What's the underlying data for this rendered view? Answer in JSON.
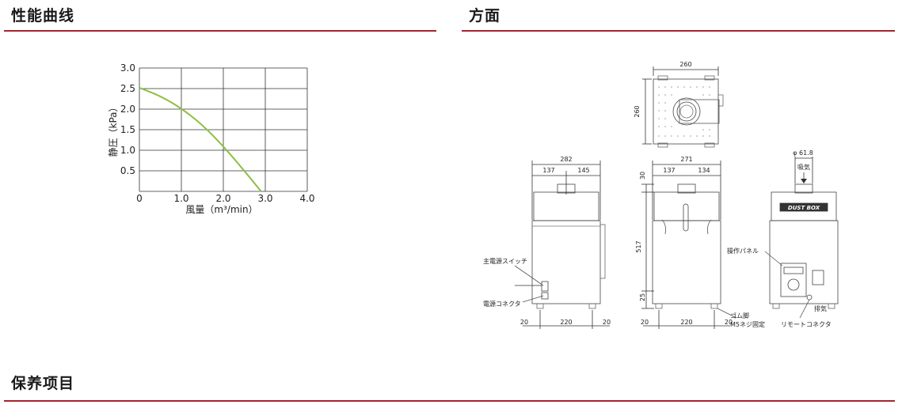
{
  "sections": {
    "performance": "性能曲线",
    "dimensions": "方面",
    "maintenance": "保养项目"
  },
  "colors": {
    "accent_rule": "#a8232e",
    "curve": "#8cbf3f"
  },
  "chart_data": {
    "type": "line",
    "xlabel": "風量（m³/min）",
    "ylabel": "静圧（kPa）",
    "xlim": [
      0,
      4.0
    ],
    "ylim": [
      0,
      3.0
    ],
    "xticks": [
      "0",
      "1.0",
      "2.0",
      "3.0",
      "4.0"
    ],
    "yticks": [
      "0.5",
      "1.0",
      "1.5",
      "2.0",
      "2.5",
      "3.0"
    ],
    "grid": true,
    "series": [
      {
        "x": [
          0,
          0.5,
          1.0,
          1.5,
          2.0,
          2.5,
          2.9
        ],
        "y": [
          2.52,
          2.32,
          2.02,
          1.62,
          1.1,
          0.5,
          0.0
        ]
      }
    ]
  },
  "dimension_labels": {
    "top_width": "260",
    "top_depth": "260",
    "side_width": "282",
    "side_left": "137",
    "side_right": "145",
    "front_width": "271",
    "front_left": "137",
    "front_right": "134",
    "height": "517",
    "top_offset": "30",
    "foot_height": "25",
    "foot_left": "20",
    "foot_span": "220",
    "foot_right": "20",
    "duct_diameter": "φ 61.8",
    "brand": "DUST BOX"
  },
  "callouts": {
    "main_power_switch": "主電源スイッチ",
    "power_connector": "電源コネクタ",
    "intake": "吸気",
    "operation_panel": "操作パネル",
    "exhaust": "排気",
    "rubber_feet": "ゴム脚",
    "m5_screw": "M5ネジ固定",
    "remote_connector": "リモートコネクタ"
  }
}
